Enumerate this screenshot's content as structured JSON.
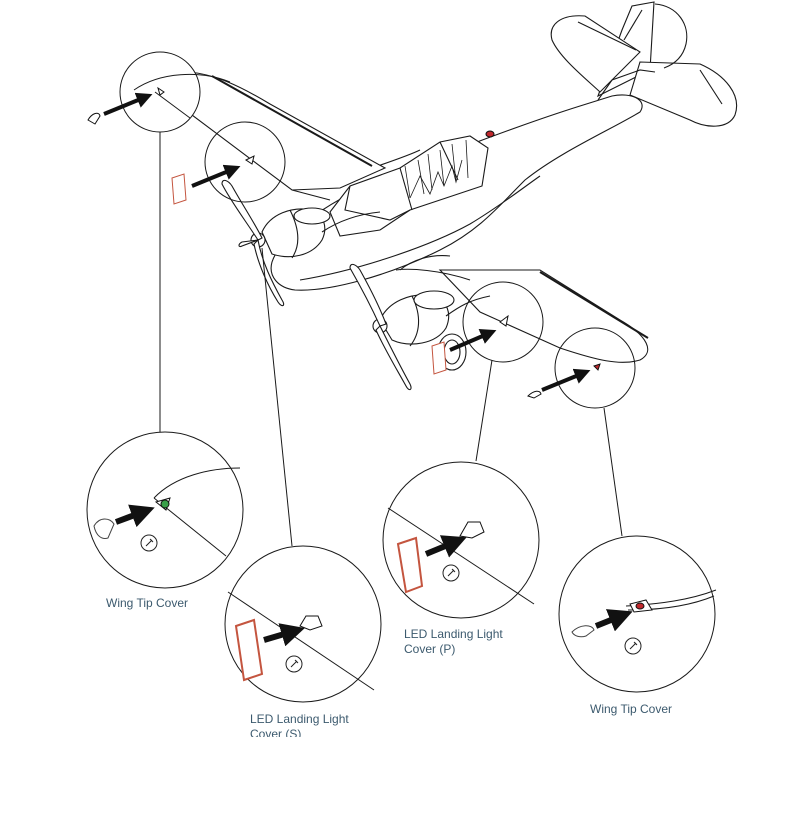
{
  "colors": {
    "line": "#1a1a1a",
    "label_text": "#3c5a6e",
    "green_light": "#3aa04a",
    "red_light": "#c0282d",
    "led_cover_edge": "#c4553f",
    "background": "#ffffff"
  },
  "callouts": {
    "wing_tip_left": {
      "label": "Wing Tip Cover",
      "light_color": "green"
    },
    "led_starboard": {
      "label": "LED Landing Light\nCover (S)"
    },
    "led_port": {
      "label": "LED Landing Light\nCover (P)"
    },
    "wing_tip_right": {
      "label": "Wing Tip Cover",
      "light_color": "red"
    }
  },
  "icons": [
    "arrow-icon",
    "screw-icon",
    "propeller-icon"
  ]
}
